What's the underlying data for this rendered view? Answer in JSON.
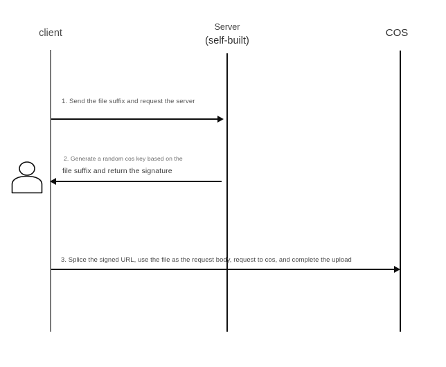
{
  "diagram": {
    "type": "sequence-diagram",
    "background_color": "#ffffff",
    "participants": [
      {
        "id": "client",
        "label": "client",
        "label_color": "#4a4a4a",
        "lifeline_color": "#7a7a7a",
        "has_actor_icon": true
      },
      {
        "id": "server",
        "label_line1": "Server",
        "label_line2": "(self-built)",
        "label_color": "#3f3f3f",
        "lifeline_color": "#111111",
        "has_actor_icon": false
      },
      {
        "id": "cos",
        "label": "COS",
        "label_color": "#2f2f2f",
        "lifeline_color": "#111111",
        "has_actor_icon": false
      }
    ],
    "messages": [
      {
        "number": "1",
        "label": "1. Send the file suffix and request the server",
        "from": "client",
        "to": "server",
        "direction": "right",
        "color": "#0d0d0d"
      },
      {
        "number": "2",
        "label_line1": "2. Generate a random cos key based on the",
        "label_line2": "file suffix and return the signature",
        "from": "server",
        "to": "client",
        "direction": "left",
        "color": "#0d0d0d"
      },
      {
        "number": "3",
        "label": "3. Splice the signed URL, use the file as the request body, request to cos, and complete the upload",
        "from": "client",
        "to": "cos",
        "direction": "right",
        "color": "#0d0d0d"
      }
    ],
    "icons": {
      "actor": "person-icon"
    }
  }
}
